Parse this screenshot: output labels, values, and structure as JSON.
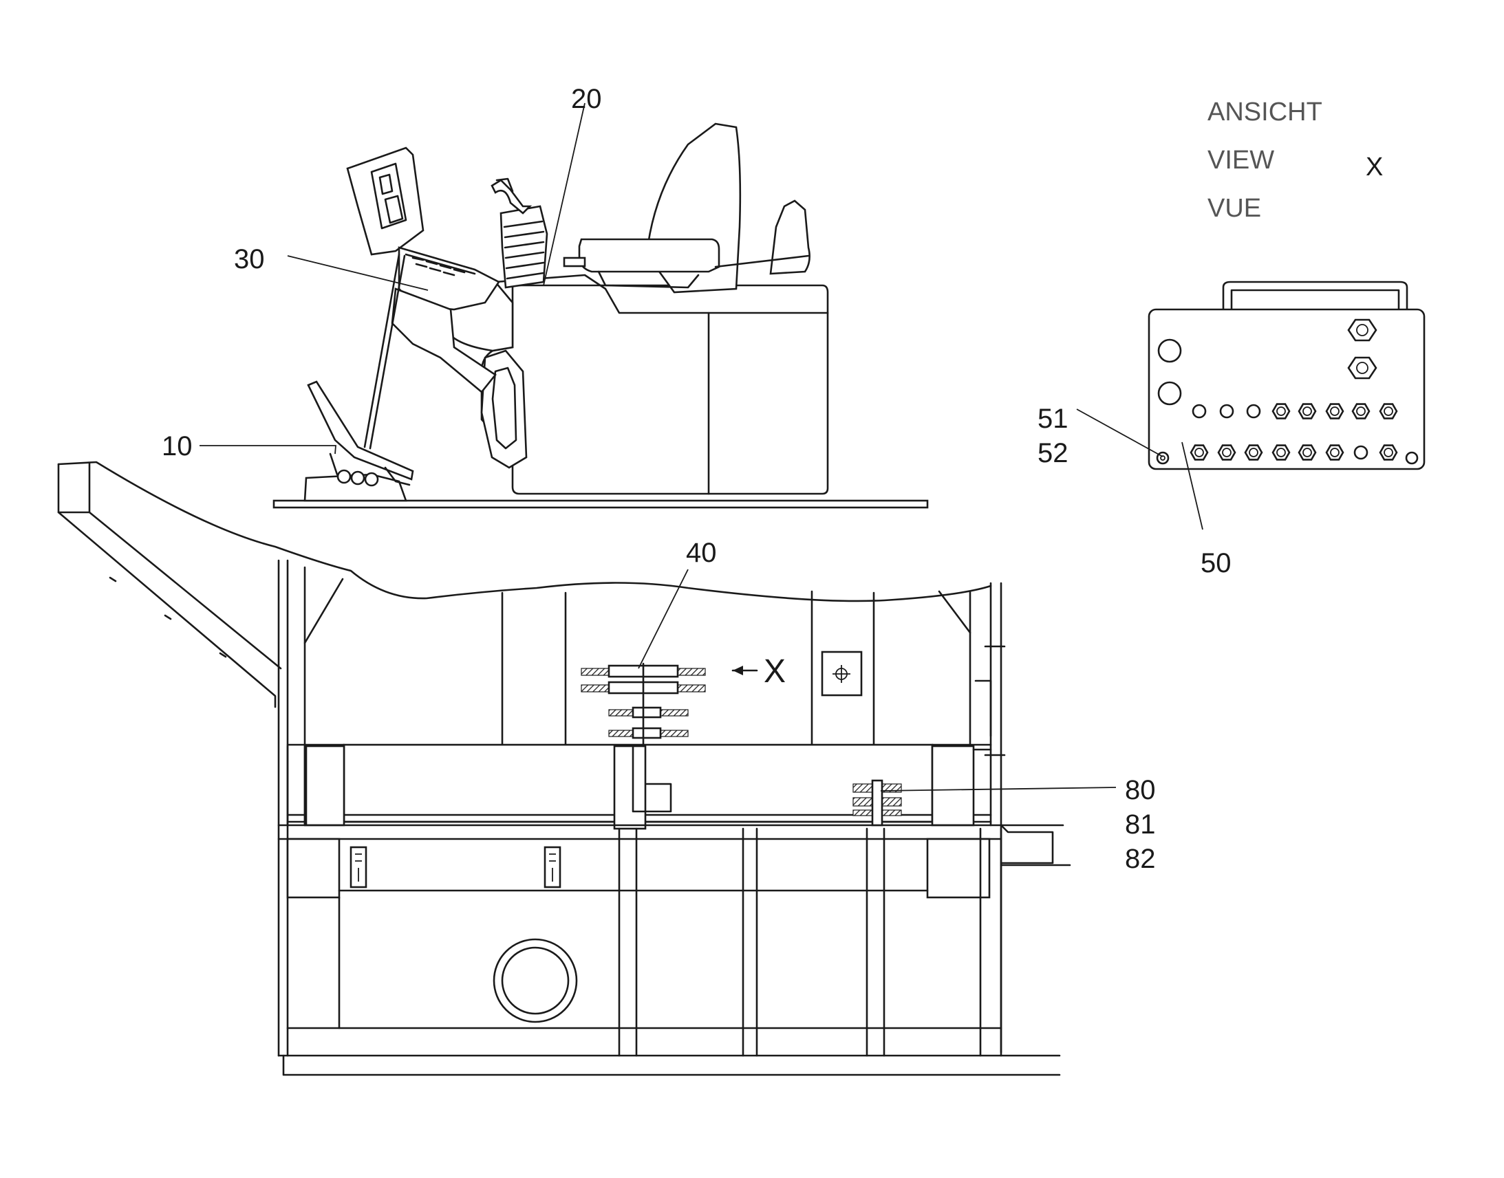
{
  "view_caption": {
    "lines": [
      "ANSICHT",
      "VIEW",
      "VUE"
    ],
    "marker": "X"
  },
  "section_arrow_label": "X",
  "reference_numerals": {
    "r10": "10",
    "r20": "20",
    "r30": "30",
    "r40": "40",
    "r50": "50",
    "r51": "51",
    "r52": "52",
    "r80": "80",
    "r81": "81",
    "r82": "82"
  }
}
